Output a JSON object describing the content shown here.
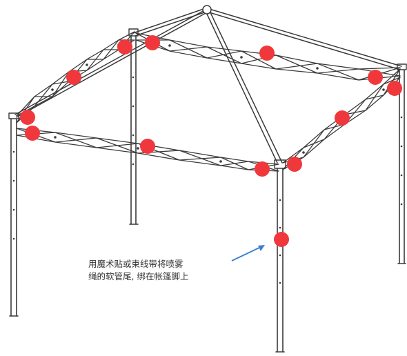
{
  "annotation": {
    "line1": "用魔术贴或束线带将喷雾",
    "line2": "绳的软管尾, 绑在帐篷脚上"
  },
  "colors": {
    "frame": "#3a3a3a",
    "marker": "#f0383c",
    "arrow": "#3a7fd0"
  },
  "icons": {
    "marker": "red-dot-marker",
    "pointer": "blue-arrow"
  }
}
